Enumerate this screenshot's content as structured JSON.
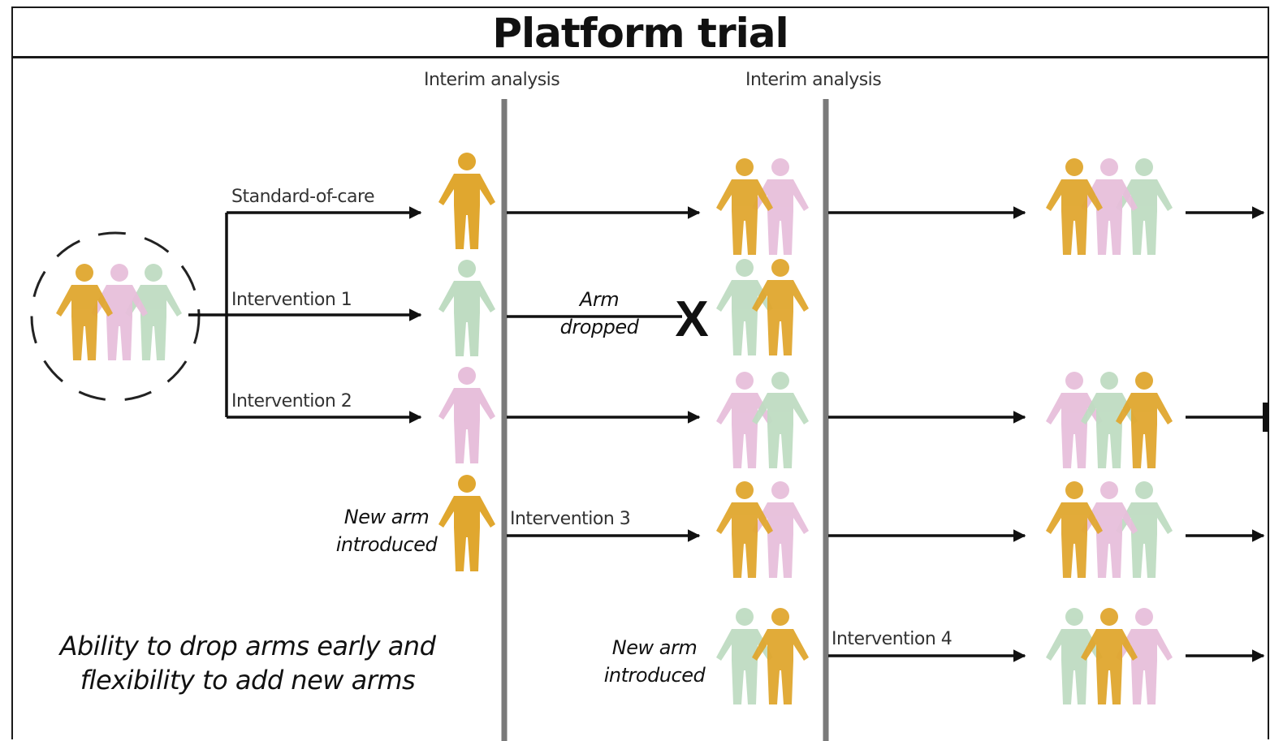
{
  "title": "Platform trial",
  "interim_label_1": "Interim analysis",
  "interim_label_2": "Interim analysis",
  "arms": {
    "standard_of_care": "Standard-of-care",
    "intervention_1": "Intervention 1",
    "intervention_2": "Intervention 2",
    "intervention_3": "Intervention 3",
    "intervention_4": "Intervention 4"
  },
  "arm_dropped_line1": "Arm",
  "arm_dropped_line2": "dropped",
  "drop_mark": "X",
  "new_arm_1_line1": "New arm",
  "new_arm_1_line2": "introduced",
  "new_arm_2_line1": "New arm",
  "new_arm_2_line2": "introduced",
  "caption_line1": "Ability to drop arms early and",
  "caption_line2": "flexibility to add new arms",
  "colors": {
    "orange": "#e0a72f",
    "pink": "#e7bfdb",
    "green": "#bfdcc2",
    "divider": "#7a7a7a",
    "arrow": "#111111"
  }
}
